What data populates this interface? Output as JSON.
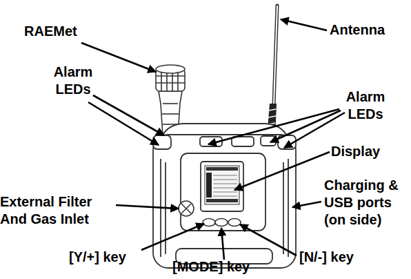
{
  "diagram": {
    "labels": [
      "RAEMet",
      "Antenna",
      "Alarm LEDs",
      "Alarm LEDs",
      "Display",
      "Charging & USB ports (on side)",
      "External Filter And Gas Inlet",
      "[Y/+] key",
      "[MODE] key",
      "[N/-] key"
    ]
  }
}
